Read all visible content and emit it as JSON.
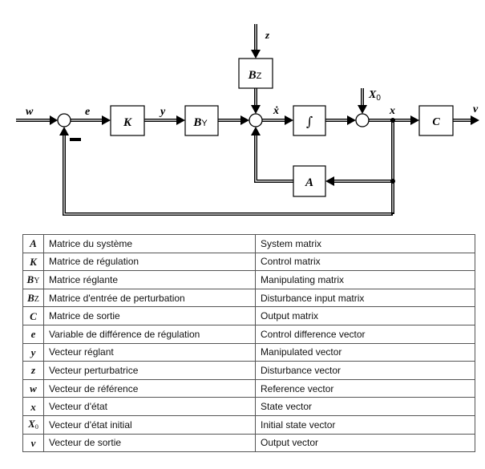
{
  "diagram": {
    "signals": {
      "w": "w",
      "e": "e",
      "y": "y",
      "z": "z",
      "x_dot": "ẋ",
      "x0_main": "X",
      "x0_sub": "0",
      "x": "x",
      "v": "v",
      "minus": "−"
    },
    "blocks": {
      "K": "K",
      "BY_main": "B",
      "BY_sub": "Y",
      "BZ_main": "B",
      "BZ_sub": "Z",
      "integrator": "∫",
      "A": "A",
      "C": "C"
    }
  },
  "legend": {
    "rows": [
      {
        "symbol": "A",
        "sub": "",
        "fr": "Matrice du système",
        "en": "System matrix"
      },
      {
        "symbol": "K",
        "sub": "",
        "fr": "Matrice de régulation",
        "en": "Control matrix"
      },
      {
        "symbol": "B",
        "sub": "Y",
        "fr": "Matrice réglante",
        "en": "Manipulating matrix"
      },
      {
        "symbol": "B",
        "sub": "Z",
        "fr": "Matrice d'entrée de perturbation",
        "en": "Disturbance input matrix"
      },
      {
        "symbol": "C",
        "sub": "",
        "fr": "Matrice de sortie",
        "en": "Output matrix"
      },
      {
        "symbol": "e",
        "sub": "",
        "fr": "Variable de différence de régulation",
        "en": "Control difference vector"
      },
      {
        "symbol": "y",
        "sub": "",
        "fr": "Vecteur réglant",
        "en": "Manipulated vector"
      },
      {
        "symbol": "z",
        "sub": "",
        "fr": "Vecteur perturbatrice",
        "en": "Disturbance vector"
      },
      {
        "symbol": "w",
        "sub": "",
        "fr": "Vecteur de référence",
        "en": "Reference vector"
      },
      {
        "symbol": "x",
        "sub": "",
        "fr": "Vecteur d'état",
        "en": "State vector"
      },
      {
        "symbol": "X",
        "sub": "0",
        "fr": "Vecteur d'état initial",
        "en": "Initial state vector"
      },
      {
        "symbol": "v",
        "sub": "",
        "fr": "Vecteur de sortie",
        "en": "Output vector"
      }
    ]
  }
}
